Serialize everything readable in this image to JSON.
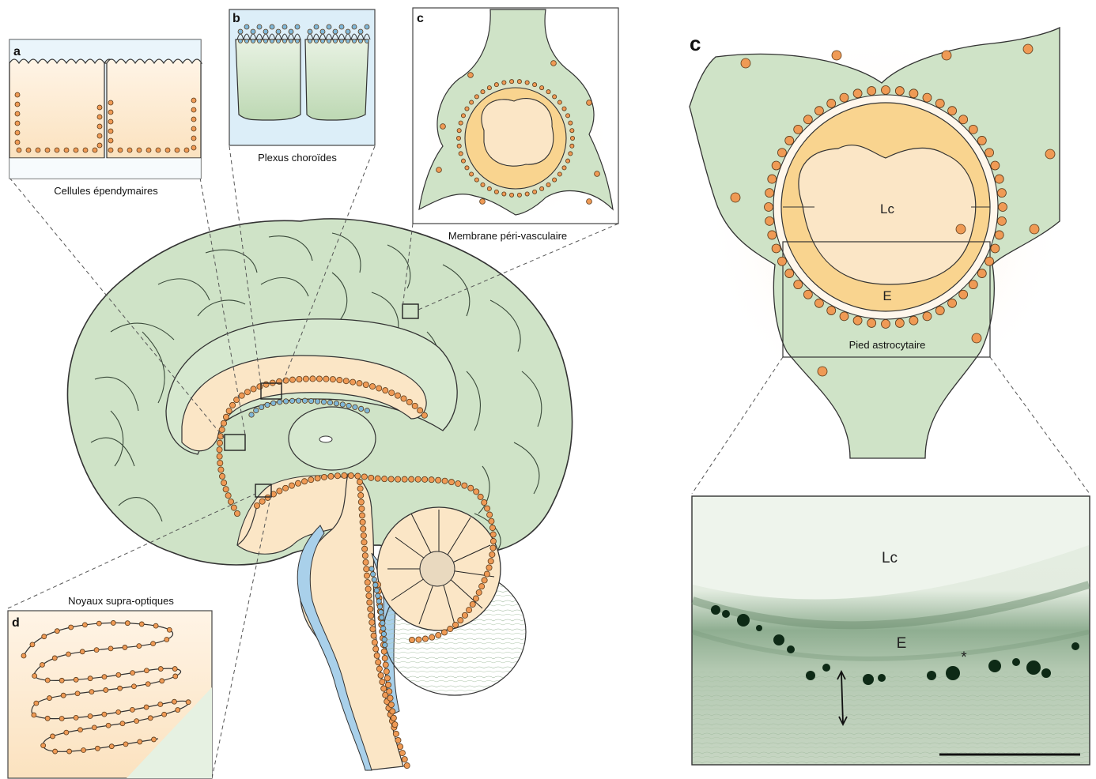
{
  "panels": {
    "a": {
      "letter": "a",
      "caption": "Cellules épendymaires"
    },
    "b": {
      "letter": "b",
      "caption": "Plexus choroïdes"
    },
    "c_small": {
      "letter": "c",
      "caption": "Membrane péri-vasculaire"
    },
    "d": {
      "letter": "d",
      "caption": "Noyaux supra-optiques"
    },
    "c_large": {
      "letter": "c",
      "lumen": "Lc",
      "endothelium": "E",
      "astro_label": "Pied astrocytaire"
    }
  },
  "micrograph": {
    "lumen": "Lc",
    "endothelium": "E",
    "asterisk": "*"
  },
  "colors": {
    "tissue_green": "#cfe3c7",
    "tissue_green_dark": "#a9c9a0",
    "cream": "#fbe6c6",
    "orange_dot": "#ef9a55",
    "blue_dot": "#7fb7d8",
    "csf_blue": "#a9d0ea",
    "outline": "#333333"
  }
}
